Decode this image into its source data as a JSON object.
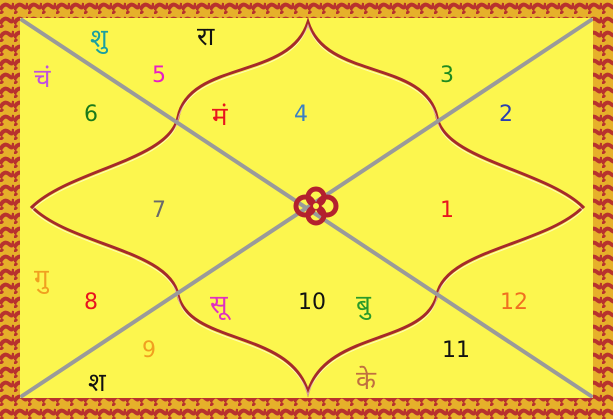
{
  "colors": {
    "background": "#fcf64e",
    "border_red": "#b8322e",
    "border_gold": "#e7b52b",
    "line_grey": "#9a9a9a",
    "petal_red": "#a52a2a",
    "center_knot": "#b3212e"
  },
  "houses": [
    {
      "number": "1",
      "color": "#e8141e"
    },
    {
      "number": "2",
      "color": "#2c3fb0"
    },
    {
      "number": "3",
      "color": "#1f8a1f"
    },
    {
      "number": "4",
      "color": "#3a7fc4"
    },
    {
      "number": "5",
      "color": "#e81ec4"
    },
    {
      "number": "6",
      "color": "#1a7a1a"
    },
    {
      "number": "7",
      "color": "#6a6a6a"
    },
    {
      "number": "8",
      "color": "#e8141e"
    },
    {
      "number": "9",
      "color": "#f0a020"
    },
    {
      "number": "10",
      "color": "#111111"
    },
    {
      "number": "11",
      "color": "#111111"
    },
    {
      "number": "12",
      "color": "#f07020"
    }
  ],
  "planets": [
    {
      "label": "शु",
      "color": "#1aa0a0"
    },
    {
      "label": "रा",
      "color": "#111111"
    },
    {
      "label": "चं",
      "color": "#c050e0"
    },
    {
      "label": "मं",
      "color": "#e8141e"
    },
    {
      "label": "गु",
      "color": "#f0a020"
    },
    {
      "label": "सू",
      "color": "#e030c0"
    },
    {
      "label": "बु",
      "color": "#2a9a2a"
    },
    {
      "label": "श",
      "color": "#111111"
    },
    {
      "label": "के",
      "color": "#c07040"
    }
  ]
}
